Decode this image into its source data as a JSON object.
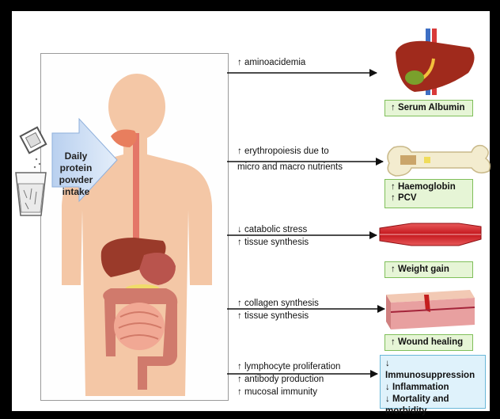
{
  "intake": {
    "line1": "Daily",
    "line2": "protein",
    "line3": "powder",
    "line4": "intake"
  },
  "pathways": [
    {
      "cause_lines": [
        "↑ aminoacidemia"
      ],
      "outcome_lines": [
        "↑ Serum Albumin"
      ],
      "organ": "liver-icon"
    },
    {
      "cause_lines": [
        "↑ erythropoiesis due to",
        "micro and macro nutrients"
      ],
      "outcome_lines": [
        "↑ Haemoglobin",
        "↑ PCV"
      ],
      "organ": "bone-icon"
    },
    {
      "cause_lines": [
        "↓ catabolic stress",
        "↑ tissue synthesis"
      ],
      "outcome_lines": [
        "↑ Weight gain"
      ],
      "organ": "muscle-icon"
    },
    {
      "cause_lines": [
        "↑ collagen synthesis",
        "↑ tissue synthesis"
      ],
      "outcome_lines": [
        "↑ Wound healing"
      ],
      "organ": "skin-icon"
    },
    {
      "cause_lines": [
        "↑ lymphocyte proliferation",
        "↑ antibody production",
        "↑ mucosal immunity"
      ],
      "outcome_lines": [
        "↓ Immunosuppression",
        "↓ Inflammation",
        "↓ Mortality and",
        "morbidity"
      ],
      "organ": ""
    }
  ],
  "colors": {
    "outcome_fill": "#e6f5d6",
    "outcome_border": "#7fbf5a",
    "immune_fill": "#dff2fb",
    "immune_border": "#6ab7d8",
    "arrow_fill": "#c9dcf3",
    "skin_tone": "#f4c7a6"
  }
}
